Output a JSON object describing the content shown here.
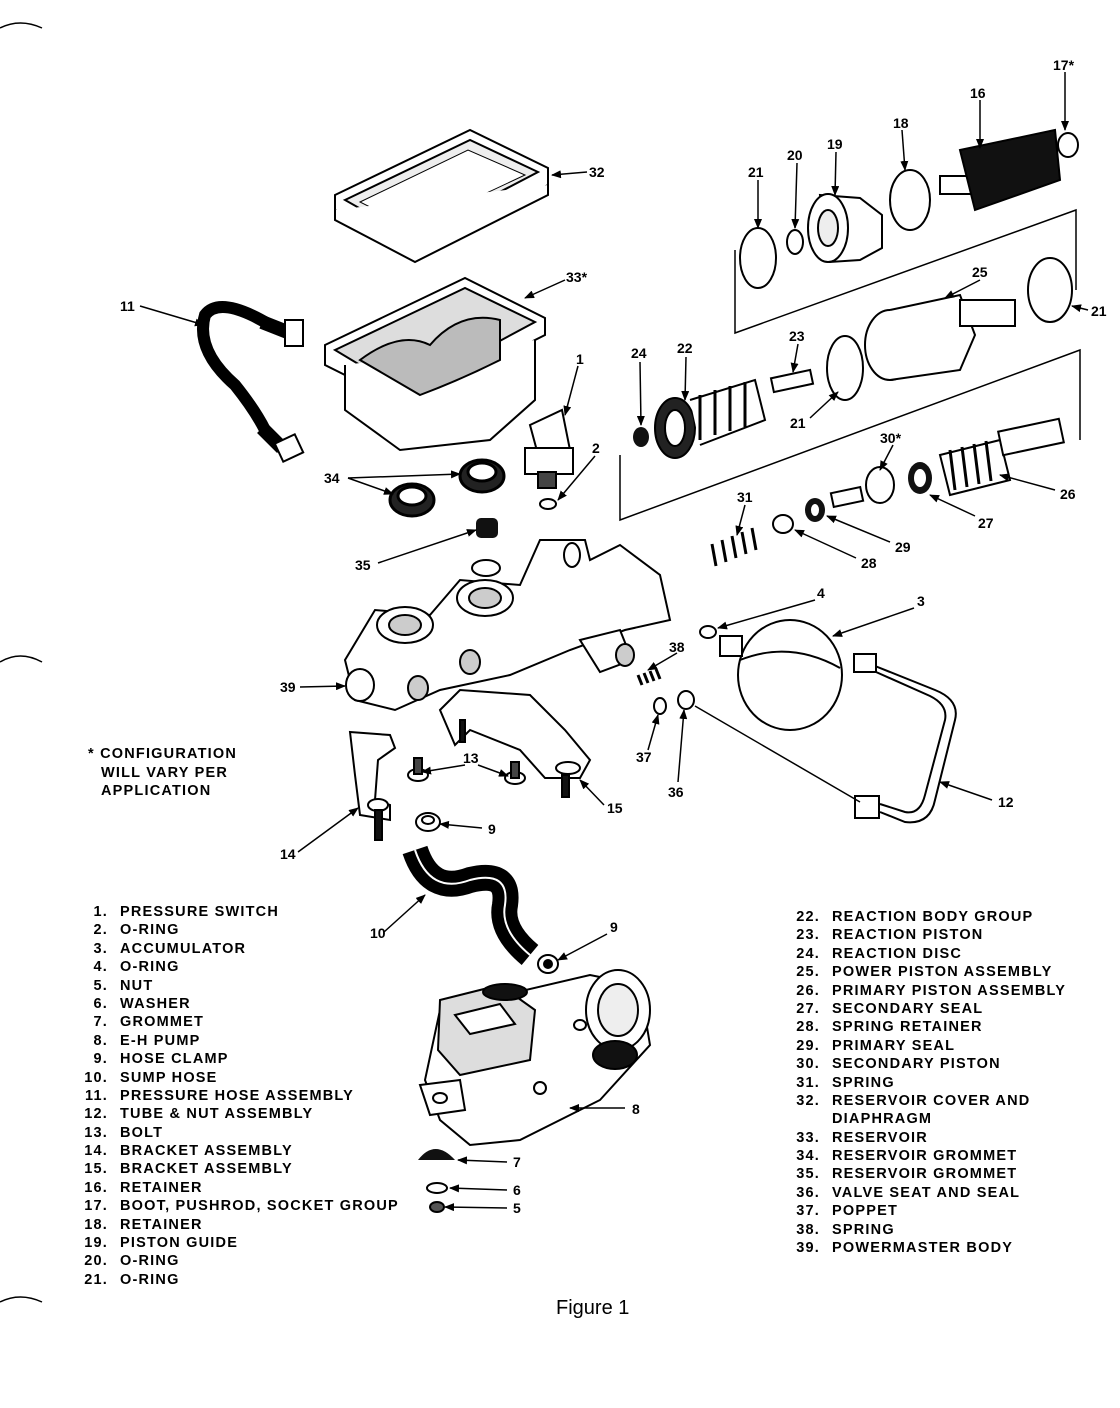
{
  "caption": "Figure 1",
  "note": [
    "* CONFIGURATION",
    "WILL VARY PER",
    "APPLICATION"
  ],
  "callouts": {
    "c17": "17*",
    "c16": "16",
    "c18": "18",
    "c19": "19",
    "c20": "20",
    "c21a": "21",
    "c32": "32",
    "c33": "33*",
    "c11": "11",
    "c25": "25",
    "c21b": "21",
    "c24": "24",
    "c22": "22",
    "c23": "23",
    "c21c": "21",
    "c1": "1",
    "c2": "2",
    "c30": "30*",
    "c26": "26",
    "c34": "34",
    "c27": "27",
    "c31": "31",
    "c29": "29",
    "c35": "35",
    "c28": "28",
    "c4": "4",
    "c3": "3",
    "c38": "38",
    "c39": "39",
    "c13": "13",
    "c37": "37",
    "c36": "36",
    "c12": "12",
    "c15": "15",
    "c14": "14",
    "c9a": "9",
    "c10": "10",
    "c9b": "9",
    "c8": "8",
    "c7": "7",
    "c6": "6",
    "c5": "5"
  },
  "legend_left": [
    {
      "num": "1.",
      "label": "PRESSURE SWITCH"
    },
    {
      "num": "2.",
      "label": "O-RING"
    },
    {
      "num": "3.",
      "label": "ACCUMULATOR"
    },
    {
      "num": "4.",
      "label": "O-RING"
    },
    {
      "num": "5.",
      "label": "NUT"
    },
    {
      "num": "6.",
      "label": "WASHER"
    },
    {
      "num": "7.",
      "label": "GROMMET"
    },
    {
      "num": "8.",
      "label": "E-H PUMP"
    },
    {
      "num": "9.",
      "label": "HOSE CLAMP"
    },
    {
      "num": "10.",
      "label": "SUMP HOSE"
    },
    {
      "num": "11.",
      "label": "PRESSURE HOSE ASSEMBLY"
    },
    {
      "num": "12.",
      "label": "TUBE & NUT ASSEMBLY"
    },
    {
      "num": "13.",
      "label": "BOLT"
    },
    {
      "num": "14.",
      "label": "BRACKET ASSEMBLY"
    },
    {
      "num": "15.",
      "label": "BRACKET ASSEMBLY"
    },
    {
      "num": "16.",
      "label": "RETAINER"
    },
    {
      "num": "17.",
      "label": "BOOT, PUSHROD, SOCKET GROUP"
    },
    {
      "num": "18.",
      "label": "RETAINER"
    },
    {
      "num": "19.",
      "label": "PISTON GUIDE"
    },
    {
      "num": "20.",
      "label": "O-RING"
    },
    {
      "num": "21.",
      "label": "O-RING"
    }
  ],
  "legend_right": [
    {
      "num": "22.",
      "label": "REACTION BODY GROUP"
    },
    {
      "num": "23.",
      "label": "REACTION PISTON"
    },
    {
      "num": "24.",
      "label": "REACTION DISC"
    },
    {
      "num": "25.",
      "label": "POWER PISTON ASSEMBLY"
    },
    {
      "num": "26.",
      "label": "PRIMARY PISTON ASSEMBLY"
    },
    {
      "num": "27.",
      "label": "SECONDARY SEAL"
    },
    {
      "num": "28.",
      "label": "SPRING RETAINER"
    },
    {
      "num": "29.",
      "label": "PRIMARY SEAL"
    },
    {
      "num": "30.",
      "label": "SECONDARY PISTON"
    },
    {
      "num": "31.",
      "label": "SPRING"
    },
    {
      "num": "32.",
      "label": "RESERVOIR COVER AND"
    },
    {
      "num": "",
      "label": "DIAPHRAGM"
    },
    {
      "num": "33.",
      "label": "RESERVOIR"
    },
    {
      "num": "34.",
      "label": "RESERVOIR GROMMET"
    },
    {
      "num": "35.",
      "label": "RESERVOIR GROMMET"
    },
    {
      "num": "36.",
      "label": "VALVE SEAT AND SEAL"
    },
    {
      "num": "37.",
      "label": "POPPET"
    },
    {
      "num": "38.",
      "label": "SPRING"
    },
    {
      "num": "39.",
      "label": "POWERMASTER BODY"
    }
  ]
}
